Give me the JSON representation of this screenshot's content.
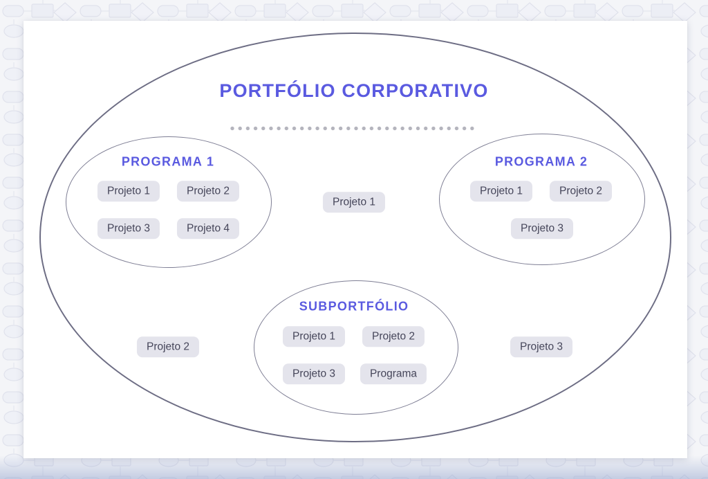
{
  "diagram": {
    "title": "PORTFÓLIO CORPORATIVO",
    "groups": [
      {
        "label": "PROGRAMA 1",
        "projects": [
          "Projeto 1",
          "Projeto 2",
          "Projeto 3",
          "Projeto 4"
        ]
      },
      {
        "label": "PROGRAMA 2",
        "projects": [
          "Projeto 1",
          "Projeto 2",
          "Projeto 3"
        ]
      },
      {
        "label": "SUBPORTFÓLIO",
        "projects": [
          "Projeto 1",
          "Projeto 2",
          "Projeto 3",
          "Programa"
        ]
      }
    ],
    "standalone_projects": [
      "Projeto 1",
      "Projeto 2",
      "Projeto 3"
    ],
    "colors": {
      "accent": "#5a5ae0",
      "ellipse_stroke": "#54546e",
      "chip_background": "#e4e4ec",
      "chip_text": "#46465a",
      "divider_dots": "#b4b4bd",
      "board_background": "#ffffff"
    }
  }
}
